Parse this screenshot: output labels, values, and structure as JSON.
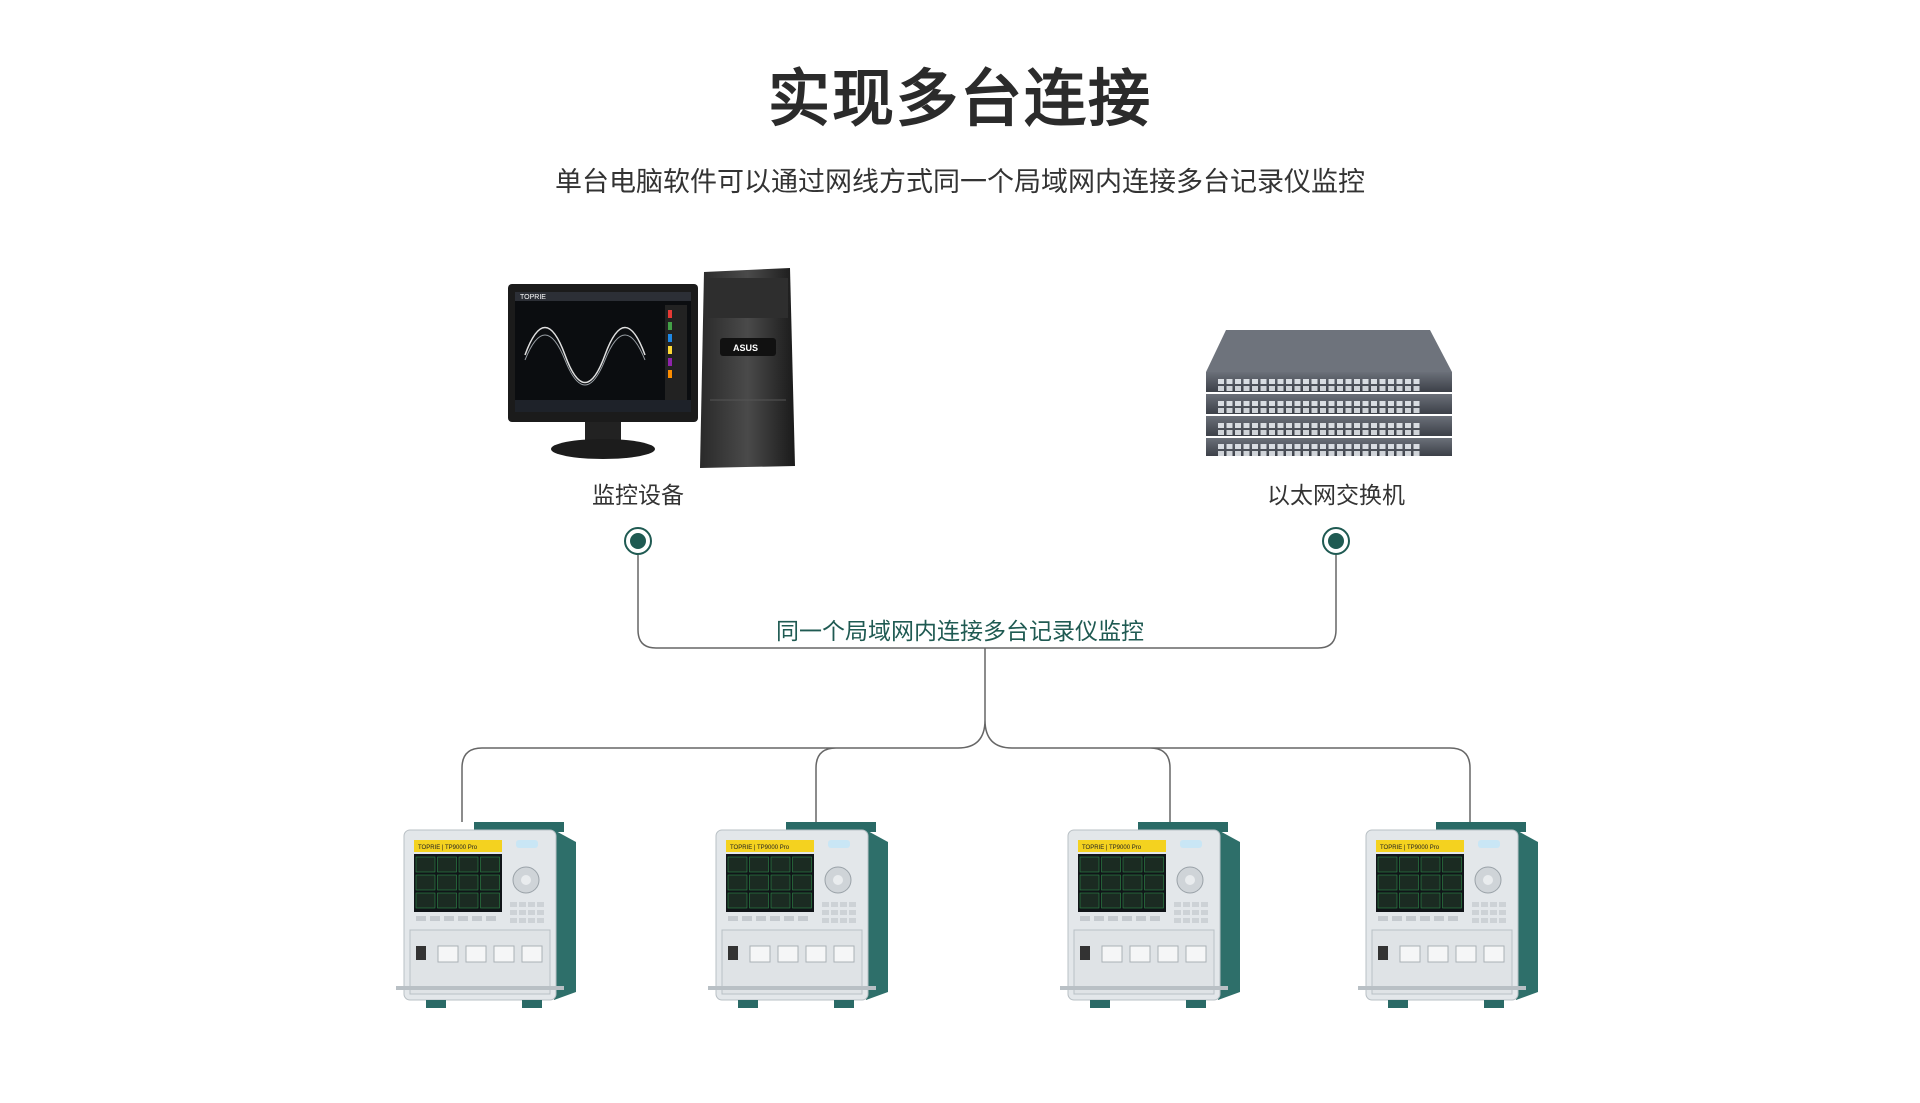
{
  "title": "实现多台连接",
  "subtitle": "单台电脑软件可以通过网线方式同一个局域网内连接多台记录仪监控",
  "nodes": {
    "monitor": {
      "label": "监控设备",
      "screen_brand": "TOPRIE",
      "case_brand": "ASUS"
    },
    "switch": {
      "label": "以太网交换机"
    }
  },
  "link_label": "同一个局域网内连接多台记录仪监控",
  "recorders": {
    "count": 4,
    "panel_label": "TOPRIE | TP9000 Pro"
  },
  "colors": {
    "accent": "#1f5a52",
    "line": "#666666",
    "text": "#333333"
  }
}
